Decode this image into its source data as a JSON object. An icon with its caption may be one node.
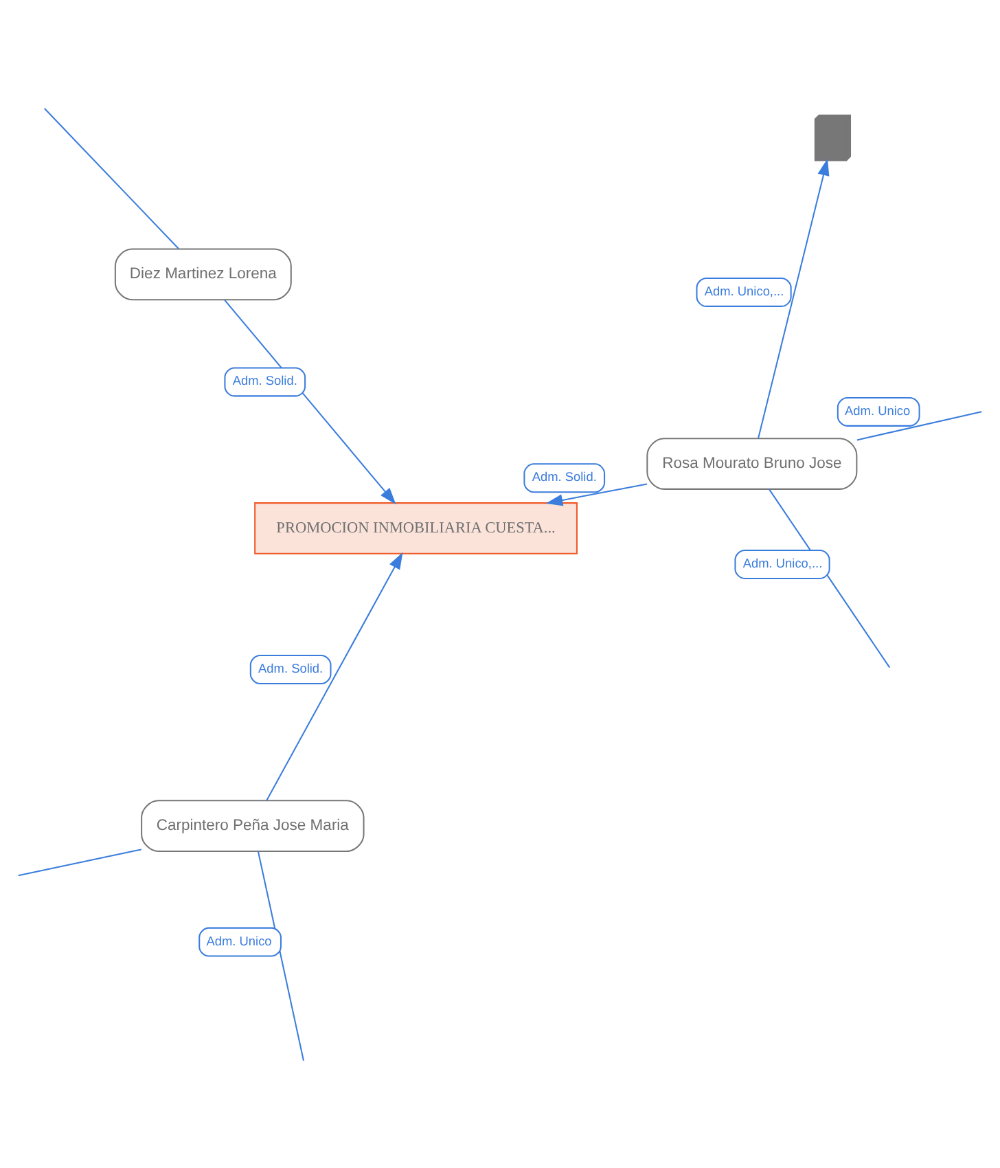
{
  "diagram": {
    "nodes": [
      {
        "text": [
          "PROMOCION INMOBILIARIA CUESTA..."
        ]
      },
      {
        "text": [
          "Diez Martinez Lorena"
        ]
      },
      {
        "text": [
          "Carpintero Peña Jose Maria"
        ]
      },
      {
        "text": [
          "Rosa Mourato Bruno Jose"
        ]
      },
      {
        "text": [],
        "shape": "building"
      }
    ],
    "edges": [
      {
        "from": 1,
        "to": null,
        "arrow": "none"
      },
      {
        "from": 1,
        "to": 0,
        "arrow": "to",
        "label": "Adm. Solid."
      },
      {
        "from": 2,
        "to": null,
        "arrow": "none",
        "label": "Adm. Unico"
      },
      {
        "from": 2,
        "to": 0,
        "arrow": "to",
        "label": "Adm. Solid."
      },
      {
        "from": 2,
        "to": null,
        "arrow": "none"
      },
      {
        "from": 3,
        "to": 0,
        "arrow": "to",
        "label": "Adm. Solid."
      },
      {
        "from": 3,
        "to": null,
        "arrow": "none",
        "label": "Adm. Unico,..."
      },
      {
        "from": 3,
        "to": 4,
        "arrow": "to",
        "label": "Adm. Unico,..."
      },
      {
        "from": 3,
        "to": null,
        "arrow": "none",
        "label": "Adm. Unico"
      }
    ]
  }
}
